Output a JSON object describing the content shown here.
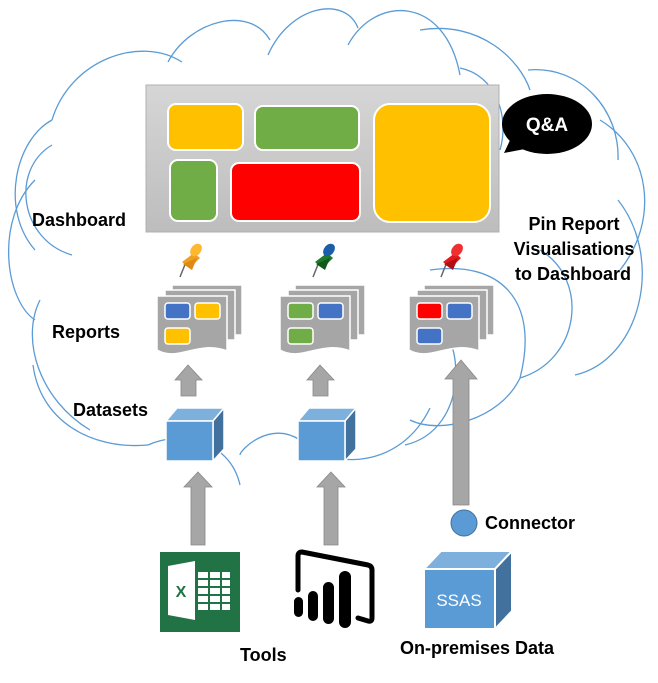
{
  "labels": {
    "dashboard": "Dashboard",
    "reports": "Reports",
    "datasets": "Datasets",
    "pin_line1": "Pin Report",
    "pin_line2": "Visualisations",
    "pin_line3": "to Dashboard",
    "connector": "Connector",
    "tools": "Tools",
    "on_premises": "On-premises Data"
  },
  "qa_bubble": {
    "text": "Q&A"
  },
  "ssas_cube": {
    "text": "SSAS"
  },
  "colors": {
    "cloud_outline": "#5B9BD5",
    "dashboard_bg": "#C9C9C9",
    "tile_yellow": "#FFC000",
    "tile_green": "#70AD47",
    "tile_red": "#FF0000",
    "tile_blue": "#4472C4",
    "arrow_gray": "#A6A6A6",
    "cube_front": "#5B9BD5",
    "cube_top": "#7EB0DE",
    "cube_side": "#41719C",
    "excel_green": "#217346",
    "report_gray": "#A6A6A6"
  },
  "dashboard_tiles": [
    "yellow",
    "green",
    "yellow-large",
    "green",
    "red"
  ],
  "reports": [
    {
      "name": "excel-report",
      "pin_color": "orange",
      "tiles": [
        "blue",
        "yellow",
        "yellow"
      ]
    },
    {
      "name": "powerbi-report",
      "pin_color": "green",
      "tiles": [
        "green",
        "blue",
        "green"
      ]
    },
    {
      "name": "ssas-report",
      "pin_color": "red",
      "tiles": [
        "red",
        "blue",
        "blue"
      ]
    }
  ],
  "tools": [
    "excel-icon",
    "power-bi-icon"
  ]
}
